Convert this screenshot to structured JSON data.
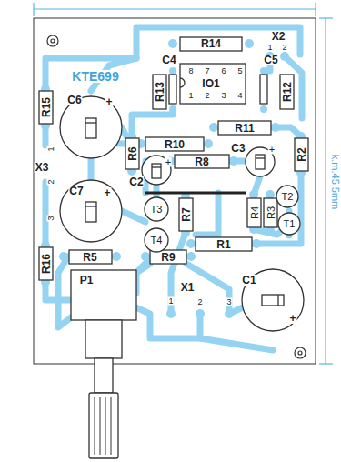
{
  "diagram": {
    "labels": [
      "KTE699",
      "R14",
      "X2",
      "1",
      "2",
      "C4",
      "8",
      "7",
      "6",
      "5",
      "IO1",
      "1",
      "2",
      "3",
      "4",
      "C5",
      "R13",
      "R12",
      "R15",
      "C6",
      "+",
      "X3",
      "1",
      "2",
      "3",
      "R6",
      "R10",
      "R11",
      "C3",
      "+",
      "R2",
      "R8",
      "C2",
      "+",
      "C7",
      "+",
      "R4",
      "R3",
      "T2",
      "T3",
      "R7",
      "T1",
      "T4",
      "R1",
      "R16",
      "R5",
      "R9",
      "P1",
      "X1",
      "1",
      "2",
      "3",
      "C1",
      "+",
      "k.m.45,5mm"
    ]
  }
}
